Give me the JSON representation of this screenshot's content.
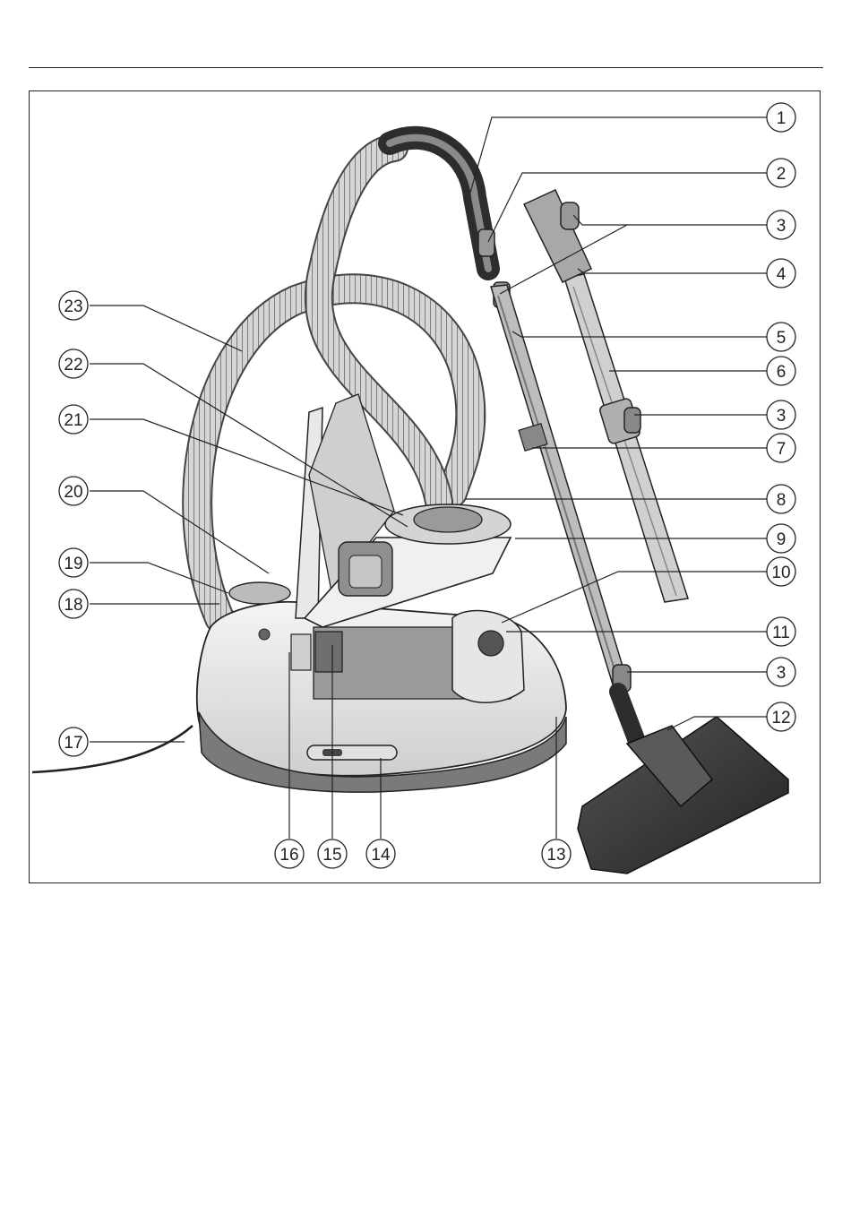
{
  "figure": {
    "callouts": [
      {
        "id": "c1",
        "label": "1"
      },
      {
        "id": "c2",
        "label": "2"
      },
      {
        "id": "c3a",
        "label": "3"
      },
      {
        "id": "c4",
        "label": "4"
      },
      {
        "id": "c5",
        "label": "5"
      },
      {
        "id": "c6",
        "label": "6"
      },
      {
        "id": "c3b",
        "label": "3"
      },
      {
        "id": "c7",
        "label": "7"
      },
      {
        "id": "c8",
        "label": "8"
      },
      {
        "id": "c9",
        "label": "9"
      },
      {
        "id": "c10",
        "label": "10"
      },
      {
        "id": "c11",
        "label": "11"
      },
      {
        "id": "c3c",
        "label": "3"
      },
      {
        "id": "c12",
        "label": "12"
      },
      {
        "id": "c13",
        "label": "13"
      },
      {
        "id": "c14",
        "label": "14"
      },
      {
        "id": "c15",
        "label": "15"
      },
      {
        "id": "c16",
        "label": "16"
      },
      {
        "id": "c17",
        "label": "17"
      },
      {
        "id": "c18",
        "label": "18"
      },
      {
        "id": "c19",
        "label": "19"
      },
      {
        "id": "c20",
        "label": "20"
      },
      {
        "id": "c21",
        "label": "21"
      },
      {
        "id": "c22",
        "label": "22"
      },
      {
        "id": "c23",
        "label": "23"
      }
    ]
  },
  "colors": {
    "line": "#222222",
    "body_light": "#e9e9e9",
    "body_mid": "#b8b8b8",
    "body_dark": "#6a6a6a",
    "hose": "#cfcfcf",
    "floorhead": "#3a3a3a"
  }
}
